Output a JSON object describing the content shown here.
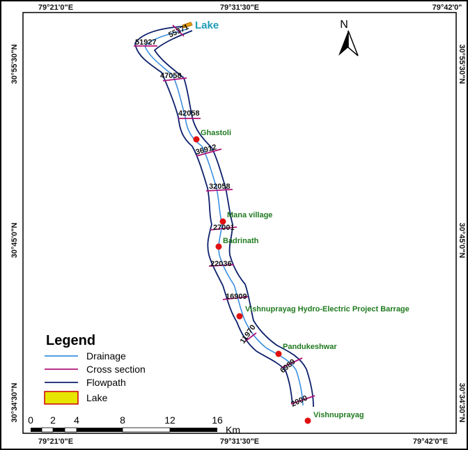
{
  "map": {
    "top_ticks": [
      "79°21'0\"E",
      "79°31'30\"E",
      "79°42'0\""
    ],
    "bottom_ticks": [
      "79°21'0\"E",
      "79°31'30\"E",
      "79°42'0\"E"
    ],
    "left_ticks": [
      "30°55'30\"N",
      "30°45'0\"N",
      "30°34'30\"N"
    ],
    "right_ticks": [
      "30°55'30\"N",
      "30°45'0\"N",
      "30°34'30\"N"
    ],
    "north_label": "N",
    "lake_label": "Lake",
    "cross_sections": [
      "55371",
      "51927",
      "47058",
      "42058",
      "36912",
      "32058",
      "27001",
      "22036",
      "16909",
      "11970",
      "6989",
      "2000"
    ],
    "places": [
      "Ghastoli",
      "Mana village",
      "Badrinath",
      "Vishnuprayag Hydro-Electric Project Barrage",
      "Pandukeshwar",
      "Vishnuprayag"
    ]
  },
  "legend": {
    "title": "Legend",
    "items": [
      {
        "label": "Drainage",
        "color": "#3b8fe0",
        "symbol": "line"
      },
      {
        "label": "Cross section",
        "color": "#b0127a",
        "symbol": "line"
      },
      {
        "label": "Flowpath",
        "color": "#0b1f6b",
        "symbol": "line"
      },
      {
        "label": "Lake",
        "color": "#e6e600",
        "symbol": "box"
      }
    ]
  },
  "scale": {
    "ticks": [
      "0",
      "2",
      "4",
      "8",
      "12",
      "16"
    ],
    "unit": "Km"
  },
  "colors": {
    "drainage": "#3b8fe0",
    "cross_section": "#b0127a",
    "flowpath": "#0b1f6b",
    "lake": "#e6e600",
    "place_marker": "#e01010",
    "place_text": "#1f7a1f",
    "lake_text": "#1b9bb5"
  }
}
